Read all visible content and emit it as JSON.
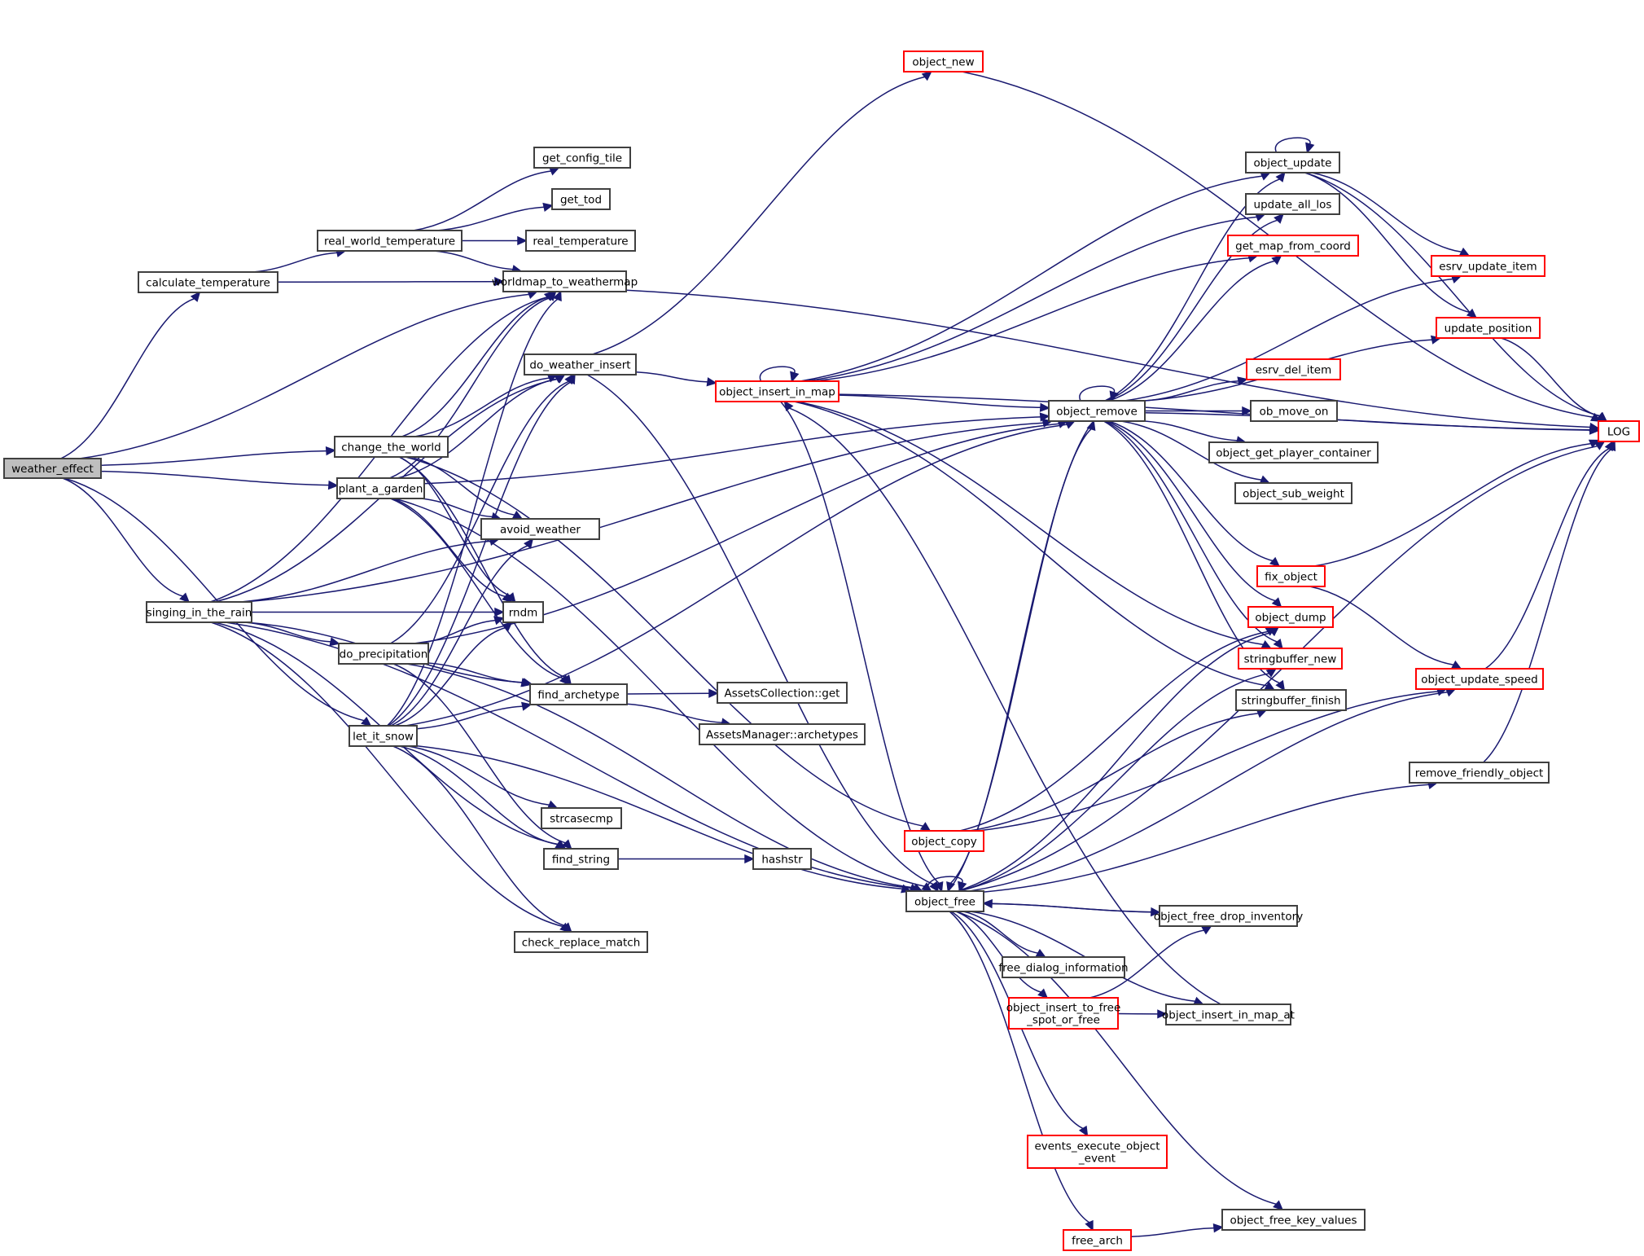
{
  "diagram": {
    "title": "Call graph for weather_effect",
    "colors": {
      "edge": "#191970",
      "node_border": "#404040",
      "node_border_undocumented": "#ff0000",
      "root_fill": "#bfbfbf",
      "node_fill": "#ffffff"
    },
    "nodes": [
      {
        "id": "weather_effect",
        "label": "weather_effect",
        "style": "root"
      },
      {
        "id": "calculate_temperature",
        "label": "calculate_temperature",
        "style": "normal"
      },
      {
        "id": "real_world_temperature",
        "label": "real_world_temperature",
        "style": "normal"
      },
      {
        "id": "get_config_tile",
        "label": "get_config_tile",
        "style": "normal"
      },
      {
        "id": "get_tod",
        "label": "get_tod",
        "style": "normal"
      },
      {
        "id": "real_temperature",
        "label": "real_temperature",
        "style": "normal"
      },
      {
        "id": "worldmap_to_weathermap",
        "label": "worldmap_to_weathermap",
        "style": "normal"
      },
      {
        "id": "object_new",
        "label": "object_new",
        "style": "red"
      },
      {
        "id": "do_weather_insert",
        "label": "do_weather_insert",
        "style": "normal"
      },
      {
        "id": "object_insert_in_map",
        "label": "object_insert_in_map",
        "style": "red"
      },
      {
        "id": "change_the_world",
        "label": "change_the_world",
        "style": "normal"
      },
      {
        "id": "plant_a_garden",
        "label": "plant_a_garden",
        "style": "normal"
      },
      {
        "id": "avoid_weather",
        "label": "avoid_weather",
        "style": "normal"
      },
      {
        "id": "singing_in_the_rain",
        "label": "singing_in_the_rain",
        "style": "normal"
      },
      {
        "id": "rndm",
        "label": "rndm",
        "style": "normal"
      },
      {
        "id": "do_precipitation",
        "label": "do_precipitation",
        "style": "normal"
      },
      {
        "id": "find_archetype",
        "label": "find_archetype",
        "style": "normal"
      },
      {
        "id": "AssetsCollection_get",
        "label": "AssetsCollection::get",
        "style": "normal"
      },
      {
        "id": "AssetsManager_archetypes",
        "label": "AssetsManager::archetypes",
        "style": "normal"
      },
      {
        "id": "let_it_snow",
        "label": "let_it_snow",
        "style": "normal"
      },
      {
        "id": "strcasecmp",
        "label": "strcasecmp",
        "style": "normal"
      },
      {
        "id": "find_string",
        "label": "find_string",
        "style": "normal"
      },
      {
        "id": "hashstr",
        "label": "hashstr",
        "style": "normal"
      },
      {
        "id": "check_replace_match",
        "label": "check_replace_match",
        "style": "normal"
      },
      {
        "id": "object_copy",
        "label": "object_copy",
        "style": "red"
      },
      {
        "id": "object_free",
        "label": "object_free",
        "style": "normal"
      },
      {
        "id": "object_remove",
        "label": "object_remove",
        "style": "normal"
      },
      {
        "id": "object_update",
        "label": "object_update",
        "style": "normal"
      },
      {
        "id": "update_all_los",
        "label": "update_all_los",
        "style": "normal"
      },
      {
        "id": "get_map_from_coord",
        "label": "get_map_from_coord",
        "style": "red"
      },
      {
        "id": "esrv_update_item",
        "label": "esrv_update_item",
        "style": "red"
      },
      {
        "id": "update_position",
        "label": "update_position",
        "style": "red"
      },
      {
        "id": "esrv_del_item",
        "label": "esrv_del_item",
        "style": "red"
      },
      {
        "id": "ob_move_on",
        "label": "ob_move_on",
        "style": "normal"
      },
      {
        "id": "object_get_player_container",
        "label": "object_get_player_container",
        "style": "normal"
      },
      {
        "id": "object_sub_weight",
        "label": "object_sub_weight",
        "style": "normal"
      },
      {
        "id": "LOG",
        "label": "LOG",
        "style": "red"
      },
      {
        "id": "fix_object",
        "label": "fix_object",
        "style": "red"
      },
      {
        "id": "object_dump",
        "label": "object_dump",
        "style": "red"
      },
      {
        "id": "stringbuffer_new",
        "label": "stringbuffer_new",
        "style": "red"
      },
      {
        "id": "stringbuffer_finish",
        "label": "stringbuffer_finish",
        "style": "normal"
      },
      {
        "id": "object_update_speed",
        "label": "object_update_speed",
        "style": "red"
      },
      {
        "id": "remove_friendly_object",
        "label": "remove_friendly_object",
        "style": "normal"
      },
      {
        "id": "object_free_drop_inventory",
        "label": "object_free_drop_inventory",
        "style": "normal"
      },
      {
        "id": "free_dialog_information",
        "label": "free_dialog_information",
        "style": "normal"
      },
      {
        "id": "object_insert_to_free_spot_or_free",
        "label": "object_insert_to_free\n_spot_or_free",
        "style": "red"
      },
      {
        "id": "object_insert_in_map_at",
        "label": "object_insert_in_map_at",
        "style": "normal"
      },
      {
        "id": "events_execute_object_event",
        "label": "events_execute_object\n_event",
        "style": "red"
      },
      {
        "id": "object_free_key_values",
        "label": "object_free_key_values",
        "style": "normal"
      },
      {
        "id": "free_arch",
        "label": "free_arch",
        "style": "red"
      }
    ],
    "edges": [
      [
        "weather_effect",
        "calculate_temperature"
      ],
      [
        "weather_effect",
        "worldmap_to_weathermap"
      ],
      [
        "weather_effect",
        "change_the_world"
      ],
      [
        "weather_effect",
        "plant_a_garden"
      ],
      [
        "weather_effect",
        "singing_in_the_rain"
      ],
      [
        "weather_effect",
        "let_it_snow"
      ],
      [
        "calculate_temperature",
        "real_world_temperature"
      ],
      [
        "calculate_temperature",
        "worldmap_to_weathermap"
      ],
      [
        "real_world_temperature",
        "get_config_tile"
      ],
      [
        "real_world_temperature",
        "get_tod"
      ],
      [
        "real_world_temperature",
        "real_temperature"
      ],
      [
        "real_world_temperature",
        "worldmap_to_weathermap"
      ],
      [
        "worldmap_to_weathermap",
        "LOG"
      ],
      [
        "do_weather_insert",
        "object_new"
      ],
      [
        "do_weather_insert",
        "object_insert_in_map"
      ],
      [
        "do_weather_insert",
        "object_free"
      ],
      [
        "object_new",
        "LOG"
      ],
      [
        "change_the_world",
        "worldmap_to_weathermap"
      ],
      [
        "change_the_world",
        "do_weather_insert"
      ],
      [
        "change_the_world",
        "avoid_weather"
      ],
      [
        "change_the_world",
        "rndm"
      ],
      [
        "change_the_world",
        "find_archetype"
      ],
      [
        "change_the_world",
        "object_copy"
      ],
      [
        "plant_a_garden",
        "worldmap_to_weathermap"
      ],
      [
        "plant_a_garden",
        "do_weather_insert"
      ],
      [
        "plant_a_garden",
        "avoid_weather"
      ],
      [
        "plant_a_garden",
        "rndm"
      ],
      [
        "plant_a_garden",
        "find_archetype"
      ],
      [
        "plant_a_garden",
        "object_remove"
      ],
      [
        "plant_a_garden",
        "object_free"
      ],
      [
        "singing_in_the_rain",
        "worldmap_to_weathermap"
      ],
      [
        "singing_in_the_rain",
        "do_weather_insert"
      ],
      [
        "singing_in_the_rain",
        "avoid_weather"
      ],
      [
        "singing_in_the_rain",
        "rndm"
      ],
      [
        "singing_in_the_rain",
        "do_precipitation"
      ],
      [
        "singing_in_the_rain",
        "find_archetype"
      ],
      [
        "singing_in_the_rain",
        "object_remove"
      ],
      [
        "singing_in_the_rain",
        "find_string"
      ],
      [
        "singing_in_the_rain",
        "check_replace_match"
      ],
      [
        "singing_in_the_rain",
        "object_free"
      ],
      [
        "do_precipitation",
        "do_weather_insert"
      ],
      [
        "do_precipitation",
        "rndm"
      ],
      [
        "do_precipitation",
        "find_archetype"
      ],
      [
        "do_precipitation",
        "object_remove"
      ],
      [
        "do_precipitation",
        "find_string"
      ],
      [
        "do_precipitation",
        "object_free"
      ],
      [
        "let_it_snow",
        "worldmap_to_weathermap"
      ],
      [
        "let_it_snow",
        "do_weather_insert"
      ],
      [
        "let_it_snow",
        "avoid_weather"
      ],
      [
        "let_it_snow",
        "rndm"
      ],
      [
        "let_it_snow",
        "find_archetype"
      ],
      [
        "let_it_snow",
        "object_remove"
      ],
      [
        "let_it_snow",
        "strcasecmp"
      ],
      [
        "let_it_snow",
        "find_string"
      ],
      [
        "let_it_snow",
        "check_replace_match"
      ],
      [
        "let_it_snow",
        "object_free"
      ],
      [
        "find_archetype",
        "AssetsCollection_get"
      ],
      [
        "find_archetype",
        "AssetsManager_archetypes"
      ],
      [
        "find_string",
        "hashstr"
      ],
      [
        "object_insert_in_map",
        "object_insert_in_map"
      ],
      [
        "object_insert_in_map",
        "object_update"
      ],
      [
        "object_insert_in_map",
        "update_all_los"
      ],
      [
        "object_insert_in_map",
        "get_map_from_coord"
      ],
      [
        "object_insert_in_map",
        "object_remove"
      ],
      [
        "object_insert_in_map",
        "stringbuffer_new"
      ],
      [
        "object_insert_in_map",
        "stringbuffer_finish"
      ],
      [
        "object_insert_in_map",
        "object_free"
      ],
      [
        "object_insert_in_map",
        "LOG"
      ],
      [
        "object_remove",
        "object_remove"
      ],
      [
        "object_remove",
        "object_update"
      ],
      [
        "object_remove",
        "update_all_los"
      ],
      [
        "object_remove",
        "get_map_from_coord"
      ],
      [
        "object_remove",
        "esrv_update_item"
      ],
      [
        "object_remove",
        "update_position"
      ],
      [
        "object_remove",
        "esrv_del_item"
      ],
      [
        "object_remove",
        "ob_move_on"
      ],
      [
        "object_remove",
        "object_get_player_container"
      ],
      [
        "object_remove",
        "object_sub_weight"
      ],
      [
        "object_remove",
        "LOG"
      ],
      [
        "object_remove",
        "fix_object"
      ],
      [
        "object_remove",
        "object_dump"
      ],
      [
        "object_remove",
        "stringbuffer_new"
      ],
      [
        "object_remove",
        "stringbuffer_finish"
      ],
      [
        "object_remove",
        "object_free"
      ],
      [
        "object_update",
        "object_update"
      ],
      [
        "object_update",
        "esrv_update_item"
      ],
      [
        "object_update",
        "update_position"
      ],
      [
        "object_update",
        "LOG"
      ],
      [
        "update_position",
        "LOG"
      ],
      [
        "fix_object",
        "LOG"
      ],
      [
        "fix_object",
        "object_update_speed"
      ],
      [
        "object_update_speed",
        "LOG"
      ],
      [
        "remove_friendly_object",
        "LOG"
      ],
      [
        "object_copy",
        "object_dump"
      ],
      [
        "object_copy",
        "stringbuffer_finish"
      ],
      [
        "object_copy",
        "object_update_speed"
      ],
      [
        "object_free",
        "object_free"
      ],
      [
        "object_free",
        "object_remove"
      ],
      [
        "object_free",
        "object_dump"
      ],
      [
        "object_free",
        "stringbuffer_new"
      ],
      [
        "object_free",
        "object_update_speed"
      ],
      [
        "object_free",
        "remove_friendly_object"
      ],
      [
        "object_free",
        "object_free_drop_inventory"
      ],
      [
        "object_free",
        "free_dialog_information"
      ],
      [
        "object_free",
        "object_insert_to_free_spot_or_free"
      ],
      [
        "object_free",
        "object_insert_in_map_at"
      ],
      [
        "object_free",
        "LOG"
      ],
      [
        "object_free",
        "events_execute_object_event"
      ],
      [
        "object_free",
        "object_free_key_values"
      ],
      [
        "object_free",
        "free_arch"
      ],
      [
        "object_free_drop_inventory",
        "object_free"
      ],
      [
        "object_insert_to_free_spot_or_free",
        "object_free_drop_inventory"
      ],
      [
        "object_insert_to_free_spot_or_free",
        "object_insert_in_map_at"
      ],
      [
        "object_insert_in_map_at",
        "object_insert_in_map"
      ],
      [
        "free_arch",
        "object_free_key_values"
      ]
    ]
  }
}
